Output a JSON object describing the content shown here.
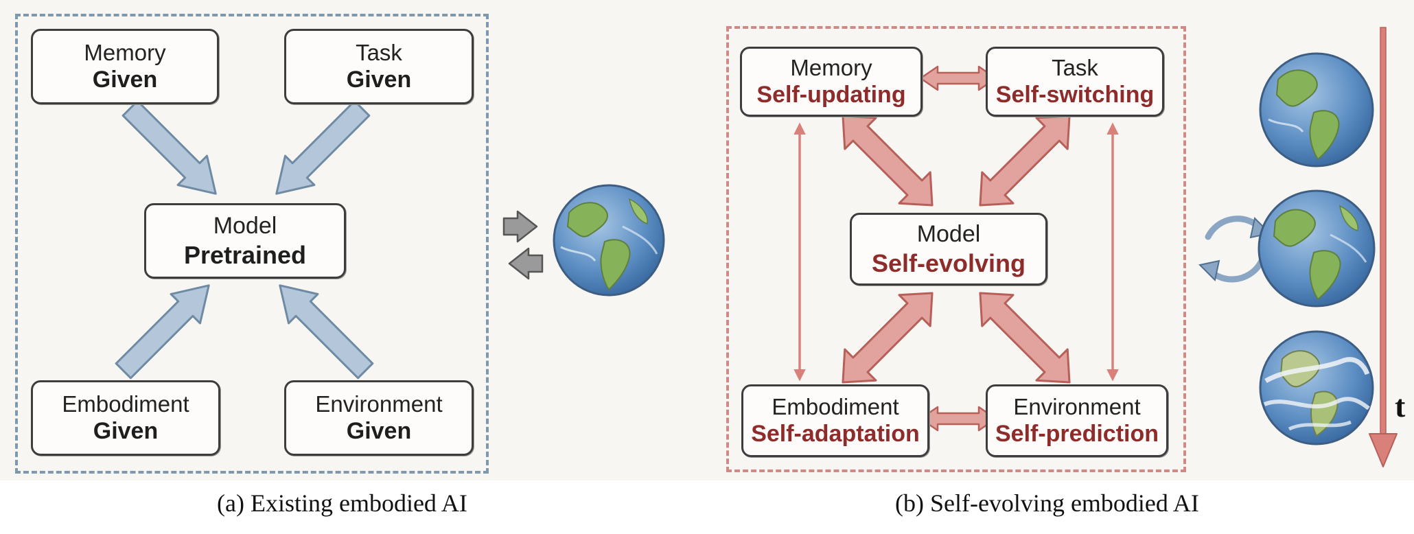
{
  "panel_a": {
    "memory": {
      "name": "Memory",
      "status": "Given"
    },
    "task": {
      "name": "Task",
      "status": "Given"
    },
    "model": {
      "name": "Model",
      "status": "Pretrained"
    },
    "embodiment": {
      "name": "Embodiment",
      "status": "Given"
    },
    "environment": {
      "name": "Environment",
      "status": "Given"
    },
    "caption": "(a)  Existing embodied AI"
  },
  "panel_b": {
    "memory": {
      "name": "Memory",
      "status": "Self-updating"
    },
    "task": {
      "name": "Task",
      "status": "Self-switching"
    },
    "model": {
      "name": "Model",
      "status": "Self-evolving"
    },
    "embodiment": {
      "name": "Embodiment",
      "status": "Self-adaptation"
    },
    "environment": {
      "name": "Environment",
      "status": "Self-prediction"
    },
    "caption": "(b)  Self-evolving embodied AI"
  },
  "time_axis": {
    "label": "t"
  },
  "icons": [
    "globe-icon",
    "cycle-arrows-icon",
    "double-arrow-icon",
    "time-arrow-icon"
  ],
  "colors": {
    "panel_a_border": "#7e98ad",
    "panel_b_border": "#cf8a85",
    "blue_arrow": "#b3c6da",
    "red_arrow": "#e2a29d",
    "red_text": "#8e2b2b",
    "ocean": "#4f7fb8",
    "land": "#86b35a"
  }
}
